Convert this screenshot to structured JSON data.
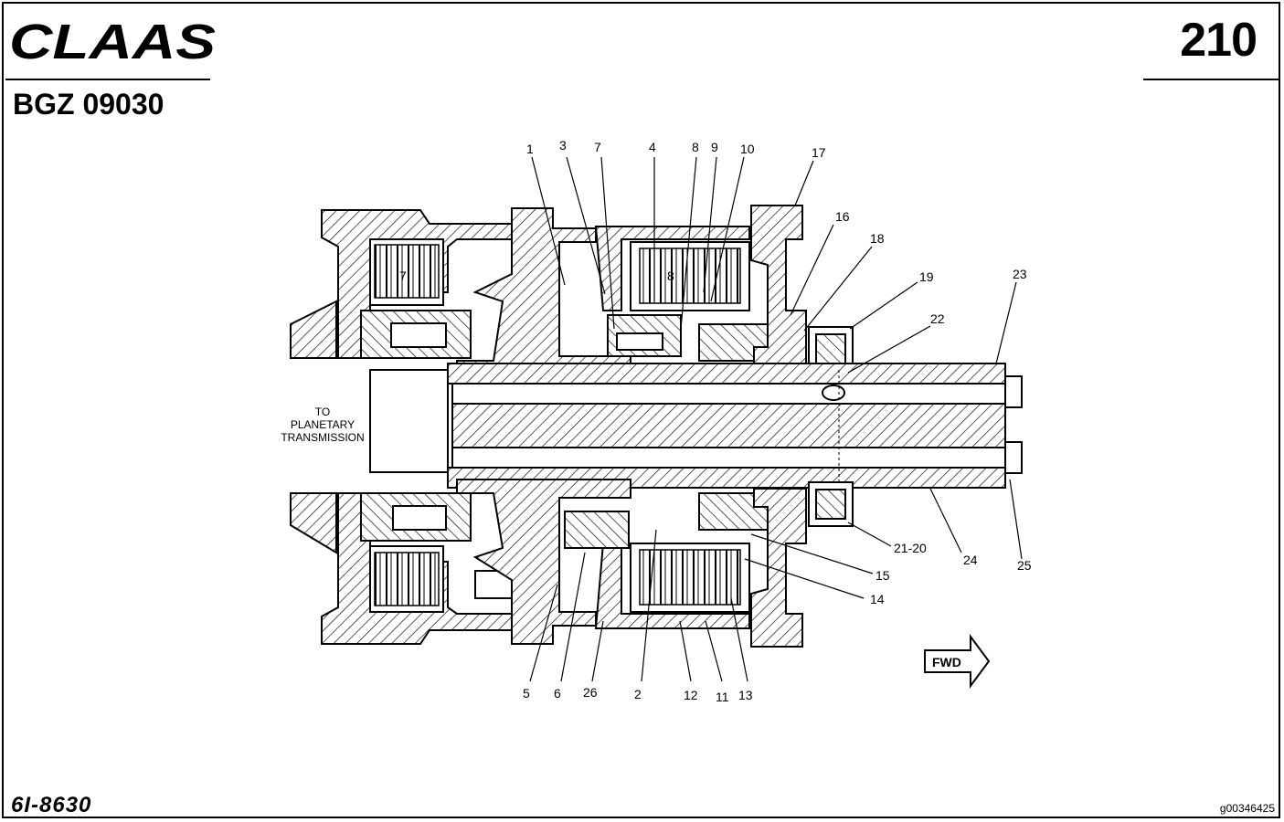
{
  "header": {
    "brand": "CLAAS",
    "page_number": "210",
    "document_code": "BGZ 09030"
  },
  "footer": {
    "drawing_code": "6I-8630",
    "image_id": "g00346425"
  },
  "diagram": {
    "note_lines": [
      "TO",
      "PLANETARY",
      "TRANSMISSION"
    ],
    "direction_label": "FWD",
    "section_labels": [
      "7",
      "8"
    ],
    "callouts_top": [
      "1",
      "3",
      "7",
      "4",
      "8",
      "9",
      "10",
      "17",
      "16",
      "18",
      "19",
      "22",
      "23"
    ],
    "callouts_bottom": [
      "5",
      "6",
      "26",
      "2",
      "12",
      "11",
      "13",
      "14",
      "15",
      "21-20",
      "24",
      "25"
    ]
  }
}
